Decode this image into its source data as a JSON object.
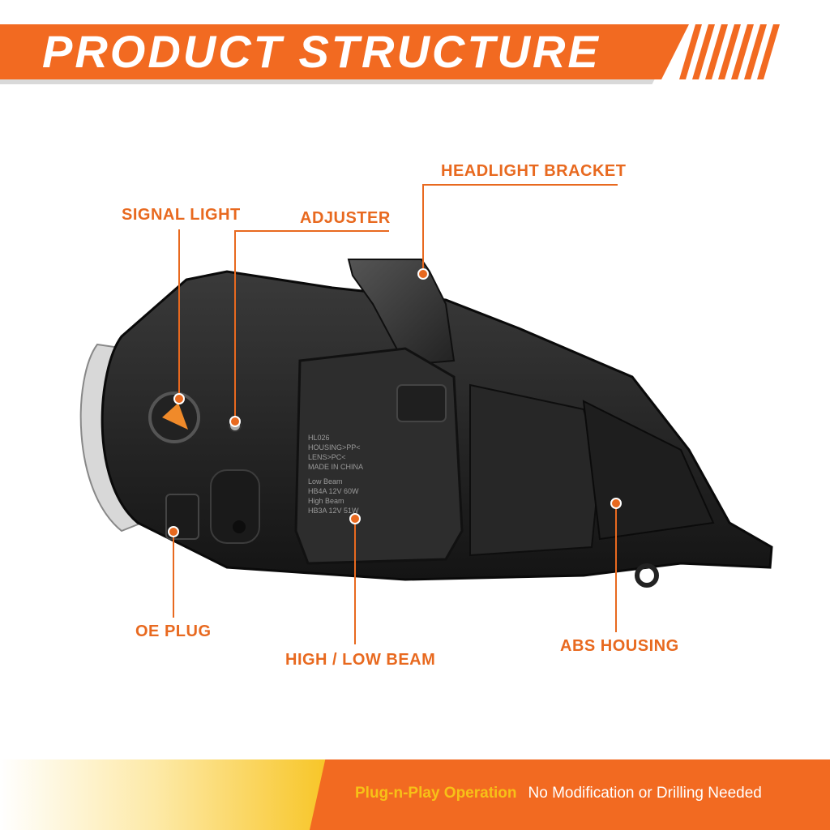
{
  "header": {
    "title": "PRODUCT STRUCTURE"
  },
  "callouts": {
    "signal_light": "SIGNAL LIGHT",
    "adjuster": "ADJUSTER",
    "headlight_bracket": "HEADLIGHT BRACKET",
    "oe_plug": "OE PLUG",
    "high_low_beam": "HIGH / LOW BEAM",
    "abs_housing": "ABS HOUSING"
  },
  "housing_label": {
    "lines": [
      "HL026",
      "HOUSING>PP<",
      "LENS>PC<",
      "MADE IN CHINA",
      "Low Beam",
      "HB4A 12V 60W",
      "High Beam",
      "HB3A 12V 51W"
    ]
  },
  "footer": {
    "highlight": "Plug-n-Play Operation",
    "text": "No Modification or Drilling Needed"
  },
  "colors": {
    "accent_orange": "#f26a21",
    "label_orange": "#e8691f",
    "accent_yellow": "#f7c117"
  }
}
